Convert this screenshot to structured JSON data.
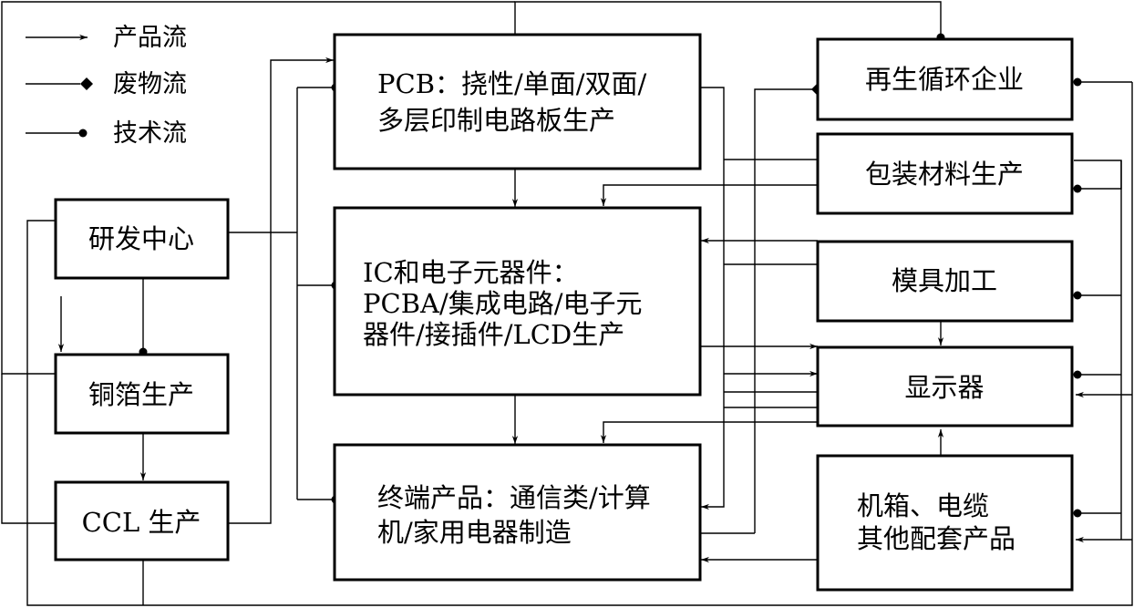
{
  "legend": {
    "product_flow": "产品流",
    "waste_flow": "废物流",
    "tech_flow": "技术流"
  },
  "nodes": {
    "rd_center": "研发中心",
    "copper_foil": "铜箔生产",
    "ccl": "CCL 生产",
    "pcb": [
      "PCB：挠性/单面/双面/",
      "多层印制电路板生产"
    ],
    "ic": [
      "IC和电子元器件：",
      "PCBA/集成电路/电子元",
      "器件/接插件/LCD生产"
    ],
    "terminal": [
      "终端产品：通信类/计算",
      "机/家用电器制造"
    ],
    "recycling": "再生循环企业",
    "packaging": "包装材料生产",
    "mold": "模具加工",
    "display": "显示器",
    "chassis": [
      "机箱、电缆",
      "其他配套产品"
    ]
  },
  "colors": {
    "line": "#000000",
    "background": "#ffffff"
  }
}
